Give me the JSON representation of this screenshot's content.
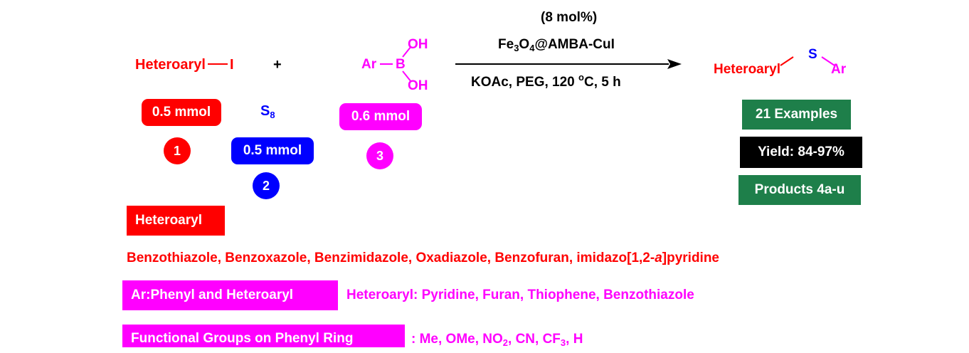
{
  "reactants": {
    "heteroaryl_iodide": {
      "left": "Heteroaryl",
      "right": "I",
      "amount": "0.5 mmol",
      "number": "1"
    },
    "plus": "+",
    "sulfur": {
      "base": "S",
      "sub": "8",
      "amount": "0.5 mmol",
      "number": "2"
    },
    "boronic_acid": {
      "ar": "Ar",
      "boron": "B",
      "oh_top": "OH",
      "oh_bottom": "OH",
      "amount": "0.6 mmol",
      "number": "3"
    }
  },
  "conditions": {
    "loading": "(8 mol%)",
    "catalyst": {
      "p1": "Fe",
      "s1": "3",
      "p2": "O",
      "s2": "4",
      "p3": "@AMBA-CuI"
    },
    "below": {
      "pre": "KOAc, PEG, 120 ",
      "sup": "o",
      "post": "C, 5 h"
    }
  },
  "product": {
    "left": "Heteroaryl",
    "s": "S",
    "right": "Ar"
  },
  "results": {
    "examples": "21 Examples",
    "yield": "Yield: 84-97%",
    "products": "Products 4a-u"
  },
  "scope": {
    "heteroaryl_label": "Heteroaryl",
    "heteroaryl_list": {
      "pre": "Benzothiazole, Benzoxazole, Benzimidazole, Oxadiazole, Benzofuran, imidazo[1,2-",
      "italic": "a",
      "post": "]pyridine"
    },
    "ar_label": "Ar:Phenyl and Heteroaryl",
    "ar_list": "Heteroaryl: Pyridine, Furan, Thiophene,  Benzothiazole",
    "fg_label": "Functional Groups on Phenyl Ring",
    "fg_list": {
      "p1": ": Me, OMe, NO",
      "s1": "2",
      "p2": ", CN, CF",
      "s2": "3",
      "p3": ", H"
    }
  },
  "colors": {
    "red": "#ff0000",
    "magenta": "#ff00ff",
    "blue": "#0000ff",
    "green": "#1e7f4a",
    "black": "#000000"
  }
}
